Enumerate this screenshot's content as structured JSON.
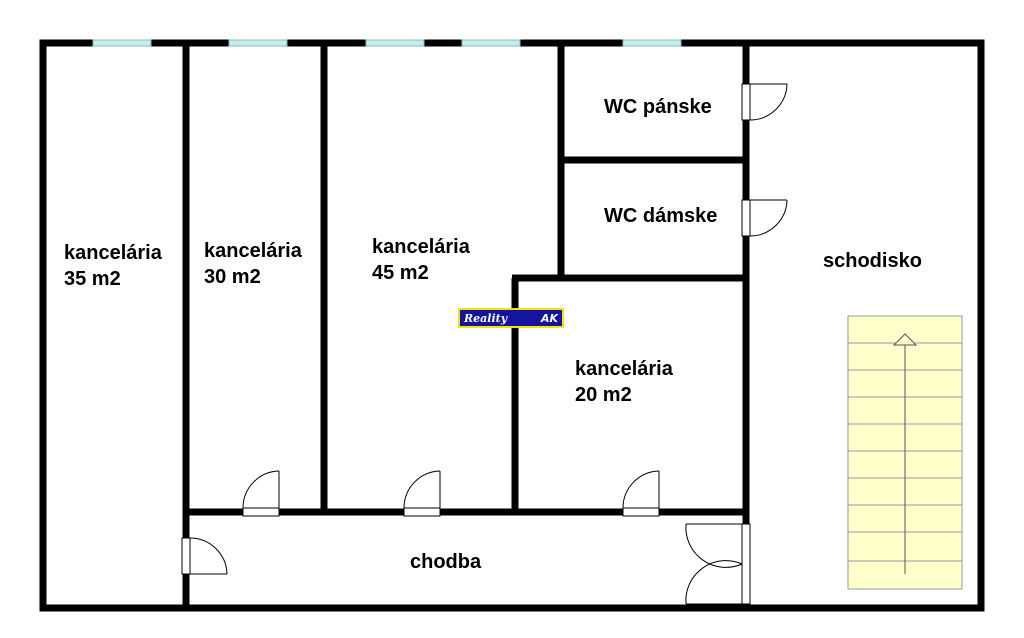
{
  "rooms": {
    "office_35": {
      "name": "kancelária",
      "area": "35 m2"
    },
    "office_30": {
      "name": "kancelária",
      "area": "30 m2"
    },
    "office_45": {
      "name": "kancelária",
      "area": "45 m2"
    },
    "office_20": {
      "name": "kancelária",
      "area": "20 m2"
    },
    "wc_men": {
      "name": "WC pánske"
    },
    "wc_women": {
      "name": "WC dámske"
    },
    "stairwell": {
      "name": "schodisko"
    },
    "corridor": {
      "name": "chodba"
    }
  },
  "logo": {
    "text": "Reality",
    "mark": "AK"
  },
  "colors": {
    "wall": "#000000",
    "window": "#c8ecec",
    "stairs": "#ffffcc",
    "logo_bg": "#1414a0",
    "logo_border": "#f5e400"
  }
}
